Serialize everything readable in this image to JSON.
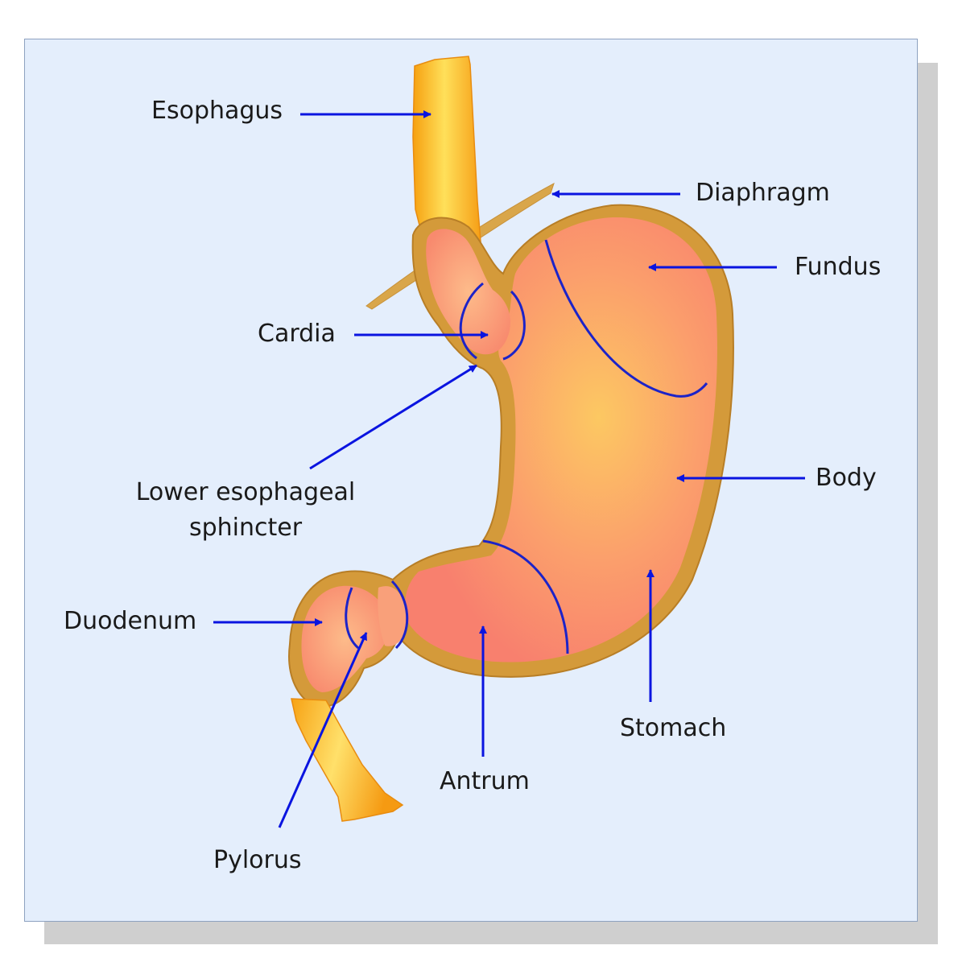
{
  "labels": {
    "esophagus": "Esophagus",
    "diaphragm": "Diaphragm",
    "fundus": "Fundus",
    "cardia": "Cardia",
    "les_line1": "Lower esophageal",
    "les_line2": "sphincter",
    "body": "Body",
    "duodenum": "Duodenum",
    "stomach": "Stomach",
    "antrum": "Antrum",
    "pylorus": "Pylorus"
  },
  "colors": {
    "arrow": "#0a14e0",
    "region_line": "#1c23c8",
    "stomach_fill": "#f88370",
    "stomach_highlight": "#fcc862",
    "wall": "#d49a3a",
    "tube": "#f8a21e",
    "background": "#e4eefc"
  }
}
